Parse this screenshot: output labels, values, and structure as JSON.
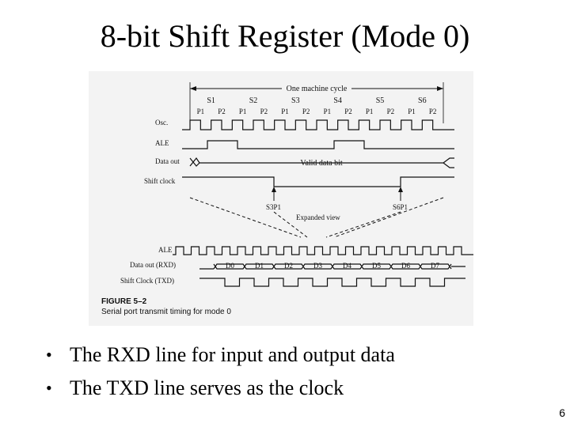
{
  "slide": {
    "title": "8-bit Shift Register (Mode 0)",
    "page_number": "6"
  },
  "figure": {
    "cycle_label": "One machine cycle",
    "states": [
      "S1",
      "S2",
      "S3",
      "S4",
      "S5",
      "S6"
    ],
    "phases": [
      "P1",
      "P2",
      "P1",
      "P2",
      "P1",
      "P2",
      "P1",
      "P2",
      "P1",
      "P2",
      "P1",
      "P2"
    ],
    "signals": [
      "Osc.",
      "ALE",
      "Data out",
      "Shift clock"
    ],
    "valid_label": "Valid data bit",
    "marker_left": "S3P1",
    "marker_right": "S6P1",
    "expanded_label": "Expanded view",
    "expanded_signals": [
      "ALE",
      "Data out (RXD)",
      "Shift Clock (TXD)"
    ],
    "data_bits": [
      "D0",
      "D1",
      "D2",
      "D3",
      "D4",
      "D5",
      "D6",
      "D7"
    ],
    "caption_title": "FIGURE 5–2",
    "caption_text": "Serial port transmit timing for mode 0"
  },
  "bullets": [
    "The RXD line for input and output data",
    "The TXD line serves as the clock"
  ]
}
